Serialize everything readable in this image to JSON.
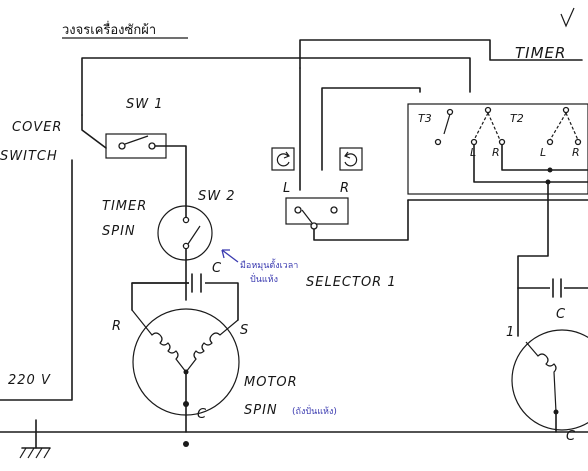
{
  "title": "วงจรเครื่องซักผ้า",
  "labels": {
    "timer": "TIMER",
    "sw1": "SW 1",
    "cover_switch_line1": "COVER",
    "cover_switch_line2": "SWITCH",
    "timer_spin_line1": "TIMER",
    "timer_spin_line2": "SPIN",
    "sw2": "SW 2",
    "cap_c_left": "C",
    "cap_c_right": "C",
    "motor_r": "R",
    "motor_s": "S",
    "motor_c": "C",
    "motor_right_1": "1",
    "motor_right_c": "C",
    "voltage": "220 V",
    "motor_spin_line1": "MOTOR",
    "motor_spin_line2": "SPIN",
    "motor_spin_note": "(ถังปั่นแห้ง)",
    "selector": "SELECTOR 1",
    "selector_l": "L",
    "selector_r": "R",
    "timer_t3": "T3",
    "timer_t2": "T2",
    "timer_l1": "L",
    "timer_r1": "R",
    "timer_l2": "L",
    "timer_r2": "R",
    "note_handwritten_1": "มือหมุนตั้งเวลา",
    "note_handwritten_2": "ปั่นแห้ง"
  },
  "colors": {
    "ink": "#1a1a1a",
    "note_ink": "#3b3bb0",
    "paper": "#ffffff"
  },
  "icons": {
    "selector_left": "rotate-ccw-icon",
    "selector_right": "rotate-cw-icon",
    "ground": "ground-icon",
    "check_mark": "check-mark-icon"
  }
}
